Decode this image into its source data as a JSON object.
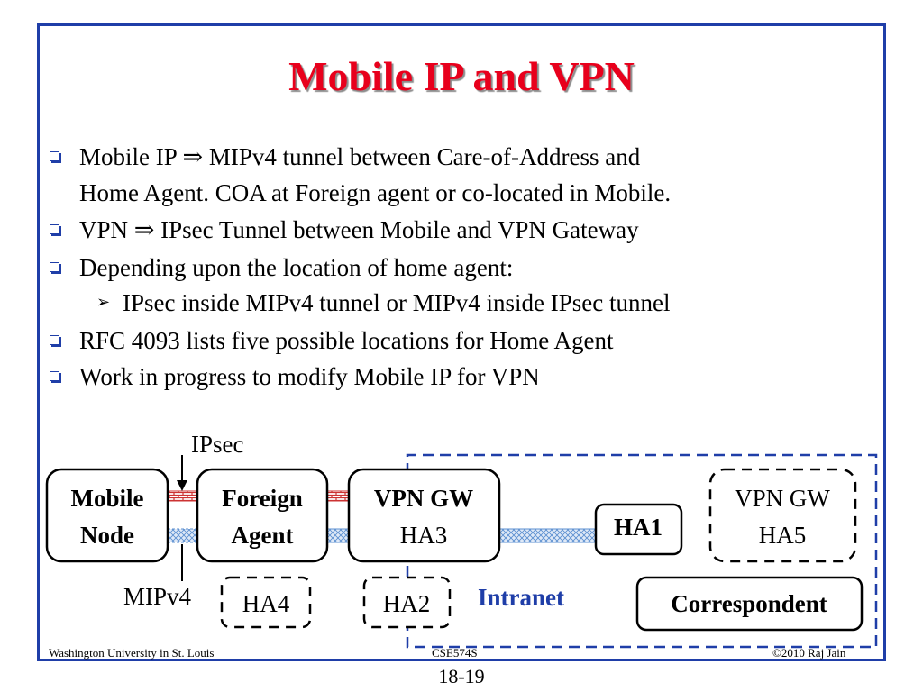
{
  "title": "Mobile IP and VPN",
  "bullets": [
    {
      "line1": "Mobile IP ⇒ MIPv4 tunnel between Care-of-Address and",
      "line2": "Home Agent. COA at Foreign agent or co-located in Mobile."
    },
    {
      "line1": "VPN ⇒ IPsec Tunnel between Mobile and VPN Gateway"
    },
    {
      "line1": "Depending upon the location of home agent:"
    },
    {
      "line1": "RFC 4093 lists five possible locations for Home Agent"
    },
    {
      "line1": "Work in progress to modify Mobile IP for VPN"
    }
  ],
  "subbullet": "IPsec inside MIPv4 tunnel or MIPv4 inside IPsec tunnel",
  "diagram": {
    "mobile_node": {
      "line1": "Mobile",
      "line2": "Node"
    },
    "foreign_agent": {
      "line1": "Foreign",
      "line2": "Agent"
    },
    "vpn_gw_ha3": {
      "line1": "VPN GW",
      "line2": "HA3"
    },
    "ha1": "HA1",
    "vpn_gw_ha5": {
      "line1": "VPN GW",
      "line2": "HA5"
    },
    "ha4": "HA4",
    "ha2": "HA2",
    "correspondent": "Correspondent",
    "intranet_label": "Intranet",
    "ipsec_label": "IPsec",
    "mipv4_label": "MIPv4",
    "colors": {
      "intranet_border": "#1f3ea8",
      "intranet_text": "#1f3ea8",
      "ipsec_tunnel": "#cc3333",
      "mipv4_tunnel": "#5b8fd0"
    }
  },
  "footer": {
    "left": "Washington University in St. Louis",
    "center": "CSE574S",
    "right": "©2010 Raj Jain"
  },
  "page_number": "18-19"
}
